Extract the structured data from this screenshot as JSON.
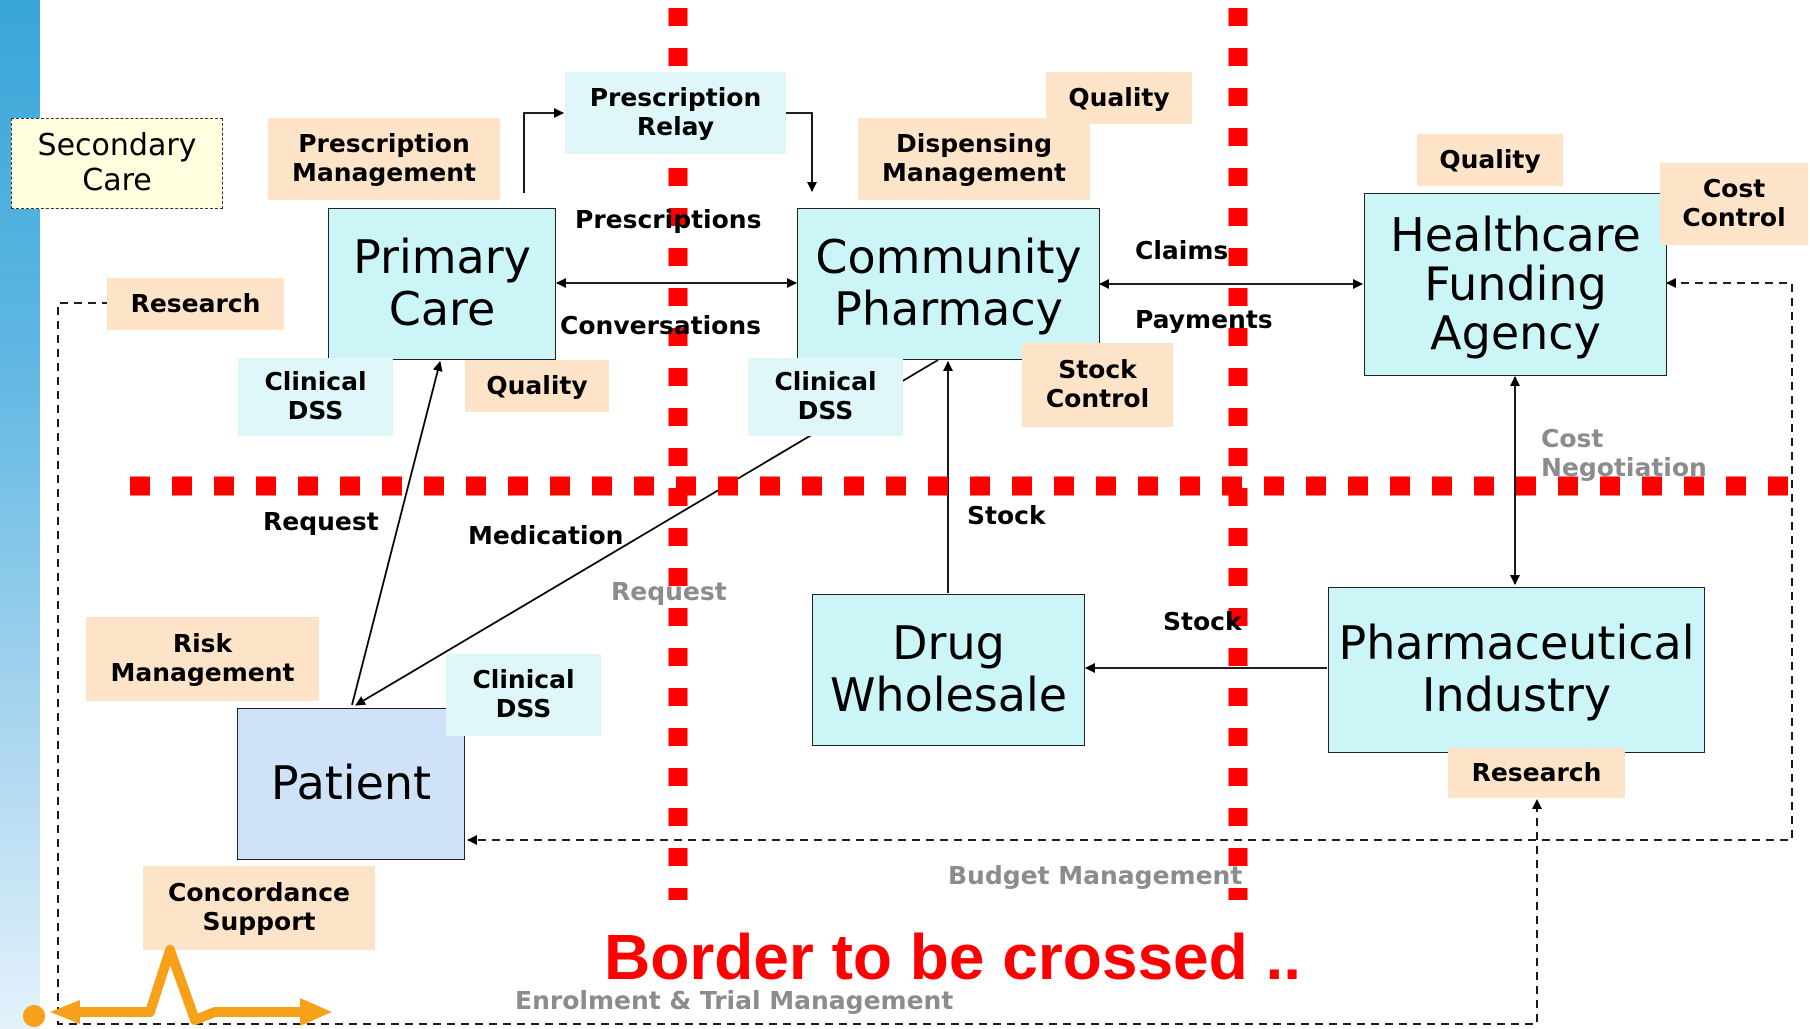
{
  "nodes": {
    "secondary_care": "Secondary\nCare",
    "primary_care": "Primary\nCare",
    "community_pharmacy": "Community\nPharmacy",
    "healthcare_funding": "Healthcare\nFunding\nAgency",
    "patient": "Patient",
    "drug_wholesale": "Drug\nWholesale",
    "pharma_industry": "Pharmaceutical\nIndustry",
    "prescription_relay": "Prescription\nRelay"
  },
  "tags": {
    "prescription_management": "Prescription\nManagement",
    "dispensing_management": "Dispensing\nManagement",
    "quality_pharmacy": "Quality",
    "quality_funding": "Quality",
    "cost_control": "Cost\nControl",
    "research_left": "Research",
    "quality_primary": "Quality",
    "stock_control": "Stock\nControl",
    "risk_management": "Risk\nManagement",
    "concordance_support": "Concordance\nSupport",
    "research_industry": "Research"
  },
  "dss": {
    "primary": "Clinical\nDSS",
    "pharmacy": "Clinical\nDSS",
    "patient": "Clinical\nDSS"
  },
  "flows": {
    "prescriptions": "Prescriptions",
    "conversations": "Conversations",
    "claims": "Claims",
    "payments": "Payments",
    "request": "Request",
    "medication": "Medication",
    "stock_up": "Stock",
    "stock_left": "Stock",
    "request_grey": "Request",
    "cost_negotiation": "Cost\nNegotiation",
    "budget_management": "Budget Management",
    "enrolment": "Enrolment & Trial Management"
  },
  "banner": "Border to be crossed ..",
  "colors": {
    "border_red": "#ff0000",
    "node_fill": "#ccf5f8",
    "patient_fill": "#cfe2f8",
    "tag_fill": "#fde3c8",
    "logo_orange": "#f7a11a"
  }
}
